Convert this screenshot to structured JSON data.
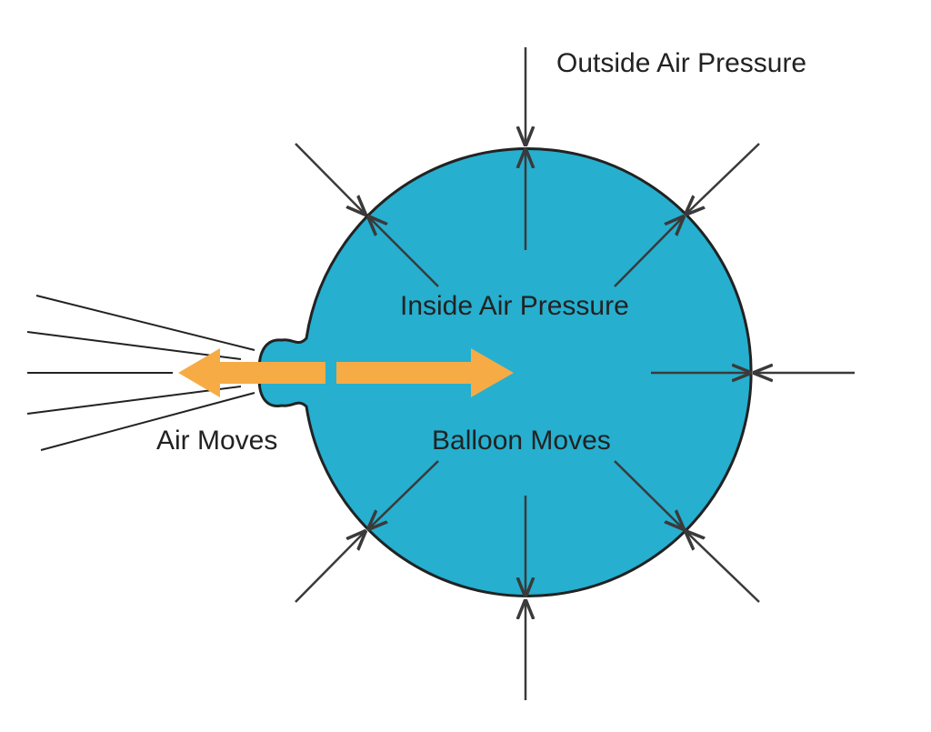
{
  "labels": {
    "outside": "Outside Air Pressure",
    "inside": "Inside Air Pressure",
    "air_moves": "Air Moves",
    "balloon_moves": "Balloon Moves"
  },
  "colors": {
    "balloon_fill": "#26afcf",
    "outline": "#222222",
    "arrow": "#3a3a3a",
    "motion_arrow": "#f7ab45",
    "background": "#ffffff"
  }
}
